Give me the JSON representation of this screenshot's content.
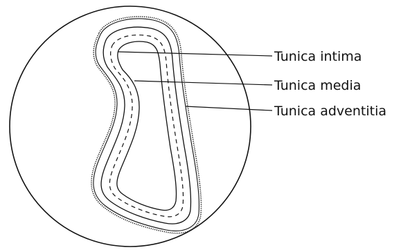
{
  "labels": {
    "intima": "Tunica intima",
    "media": "Tunica media",
    "adventitia": "Tunica adventitia"
  },
  "colors": {
    "ink": "#111111",
    "background": "#ffffff"
  }
}
